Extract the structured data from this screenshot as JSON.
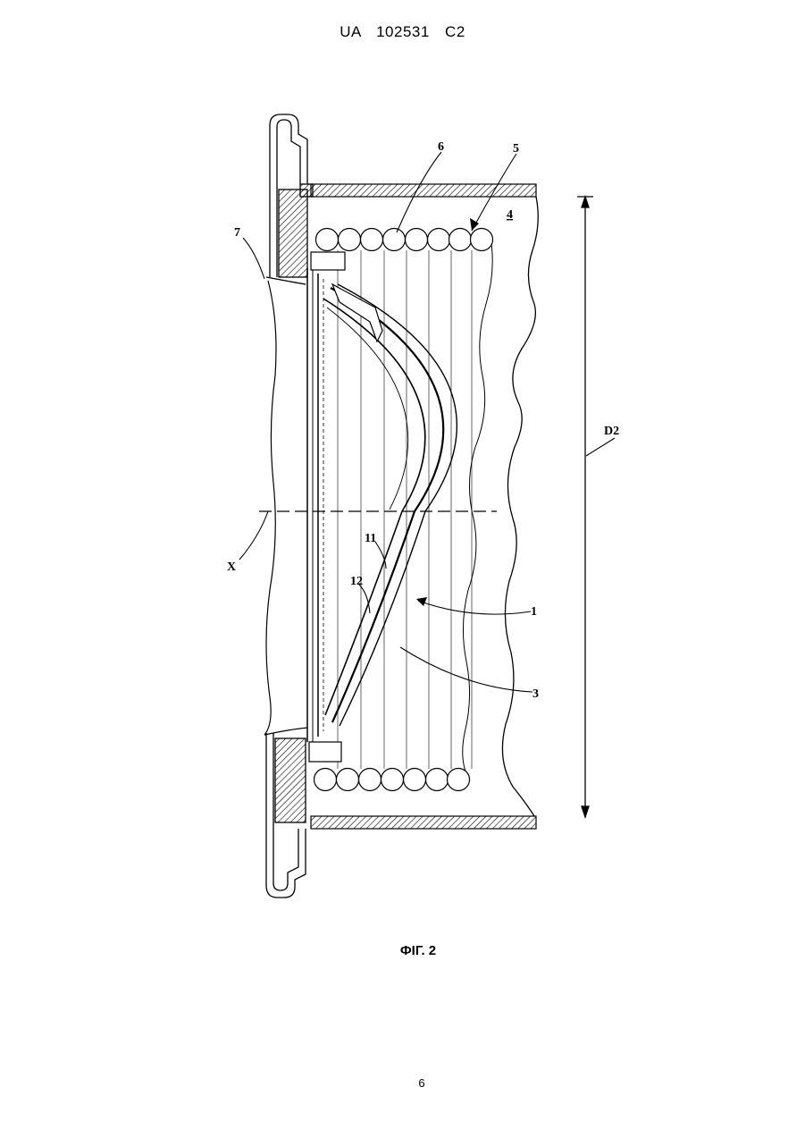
{
  "header": {
    "text": "UA 102531 C2"
  },
  "figure": {
    "caption": "ФІГ. 2",
    "labels": {
      "l6": "6",
      "l5": "5",
      "l4": "4",
      "l7": "7",
      "ld2": "D2",
      "lx": "X",
      "l11": "11",
      "l12": "12",
      "l1": "1",
      "l3": "3"
    }
  },
  "page_number": "6"
}
